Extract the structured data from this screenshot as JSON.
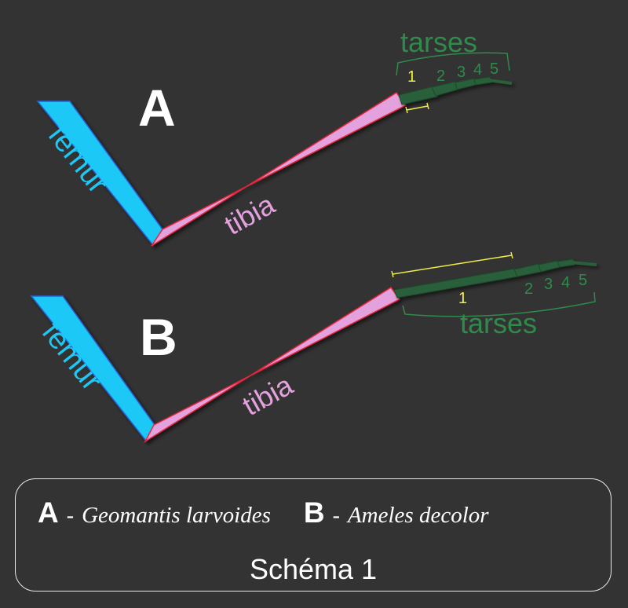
{
  "diagram_a": {
    "letter": "A",
    "femur_label": "fémur",
    "tibia_label": "tibia",
    "tarsus_label": "tarses",
    "segment_numbers": [
      "1",
      "2",
      "3",
      "4",
      "5"
    ]
  },
  "diagram_b": {
    "letter": "B",
    "femur_label": "fémur",
    "tibia_label": "tibia",
    "tarsus_label": "tarses",
    "segment_numbers": [
      "1",
      "2",
      "3",
      "4",
      "5"
    ]
  },
  "legend": {
    "a_letter": "A",
    "a_species": "Geomantis larvoides",
    "b_letter": "B",
    "b_species": "Ameles decolor",
    "separator": "-",
    "caption": "Schéma 1"
  },
  "colors": {
    "background": "#333333",
    "femur": "#1ec8f5",
    "tibia_fill": "#e3a2de",
    "tibia_edge": "#e8283c",
    "tarsus": "#2a5e3a",
    "tarsus_label": "#2f8a4c",
    "measure": "#f0ee46"
  }
}
